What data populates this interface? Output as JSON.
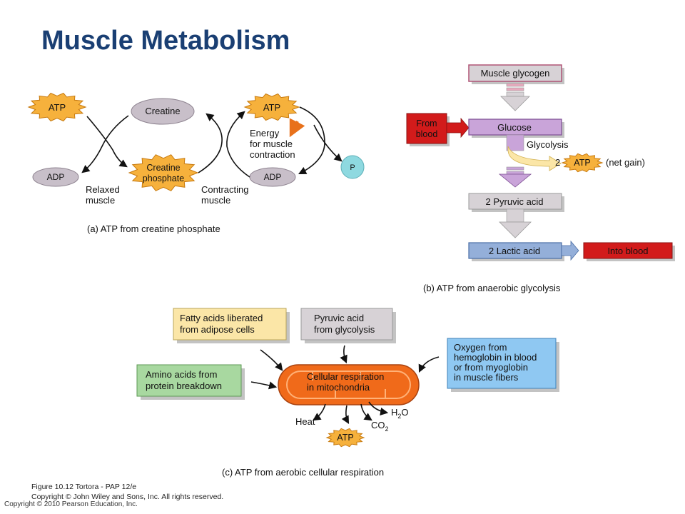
{
  "title": "Muscle Metabolism",
  "colors": {
    "title": "#1a3f73",
    "atp_fill": "#f6b13c",
    "adp_fill": "#c8bfc9",
    "phosphate_fill": "#8ed9e0",
    "glycolysis_box": "#c9a4d9",
    "gray_box": "#d7d2d6",
    "lactic_box": "#94afd9",
    "red_box": "#d21b1b",
    "fatty_box": "#fbe6a7",
    "amino_box": "#a8d8a0",
    "oxygen_box": "#8fc8f2",
    "mitochondria": "#f06a1a"
  },
  "panel_a": {
    "atp_left": "ATP",
    "adp_left": "ADP",
    "creatine": "Creatine",
    "creatine_phosphate": [
      "Creatine",
      "phosphate"
    ],
    "atp_right": "ATP",
    "adp_right": "ADP",
    "phosphate": "P",
    "energy": [
      "Energy",
      "for muscle",
      "contraction"
    ],
    "relaxed": [
      "Relaxed",
      "muscle"
    ],
    "contracting": [
      "Contracting",
      "muscle"
    ],
    "caption": "(a) ATP from creatine phosphate"
  },
  "panel_b": {
    "muscle_glycogen": "Muscle glycogen",
    "from_blood": [
      "From",
      "blood"
    ],
    "glucose": "Glucose",
    "glycolysis": "Glycolysis",
    "two": "2",
    "atp": "ATP",
    "net_gain": "(net gain)",
    "pyruvic": "2 Pyruvic acid",
    "lactic": "2 Lactic acid",
    "into_blood": "Into blood",
    "caption": "(b)  ATP from anaerobic glycolysis"
  },
  "panel_c": {
    "fatty": [
      "Fatty acids liberated",
      "from adipose cells"
    ],
    "pyruvic": [
      "Pyruvic acid",
      "from glycolysis"
    ],
    "amino": [
      "Amino acids from",
      "protein breakdown"
    ],
    "oxygen": [
      "Oxygen from",
      "hemoglobin in blood",
      "or from myoglobin",
      "in muscle fibers"
    ],
    "mito": [
      "Cellular respiration",
      "in mitochondria"
    ],
    "heat": "Heat",
    "atp": "ATP",
    "co2": "CO",
    "co2_sub": "2",
    "h2o_h": "H",
    "h2o_sub": "2",
    "h2o_o": "O",
    "caption": "(c) ATP from aerobic cellular respiration"
  },
  "figure_caption": [
    "Figure 10.12  Tortora - PAP 12/e",
    "Copyright © John Wiley and Sons, Inc. All rights reserved."
  ],
  "copyright": "Copyright © 2010 Pearson Education, Inc."
}
